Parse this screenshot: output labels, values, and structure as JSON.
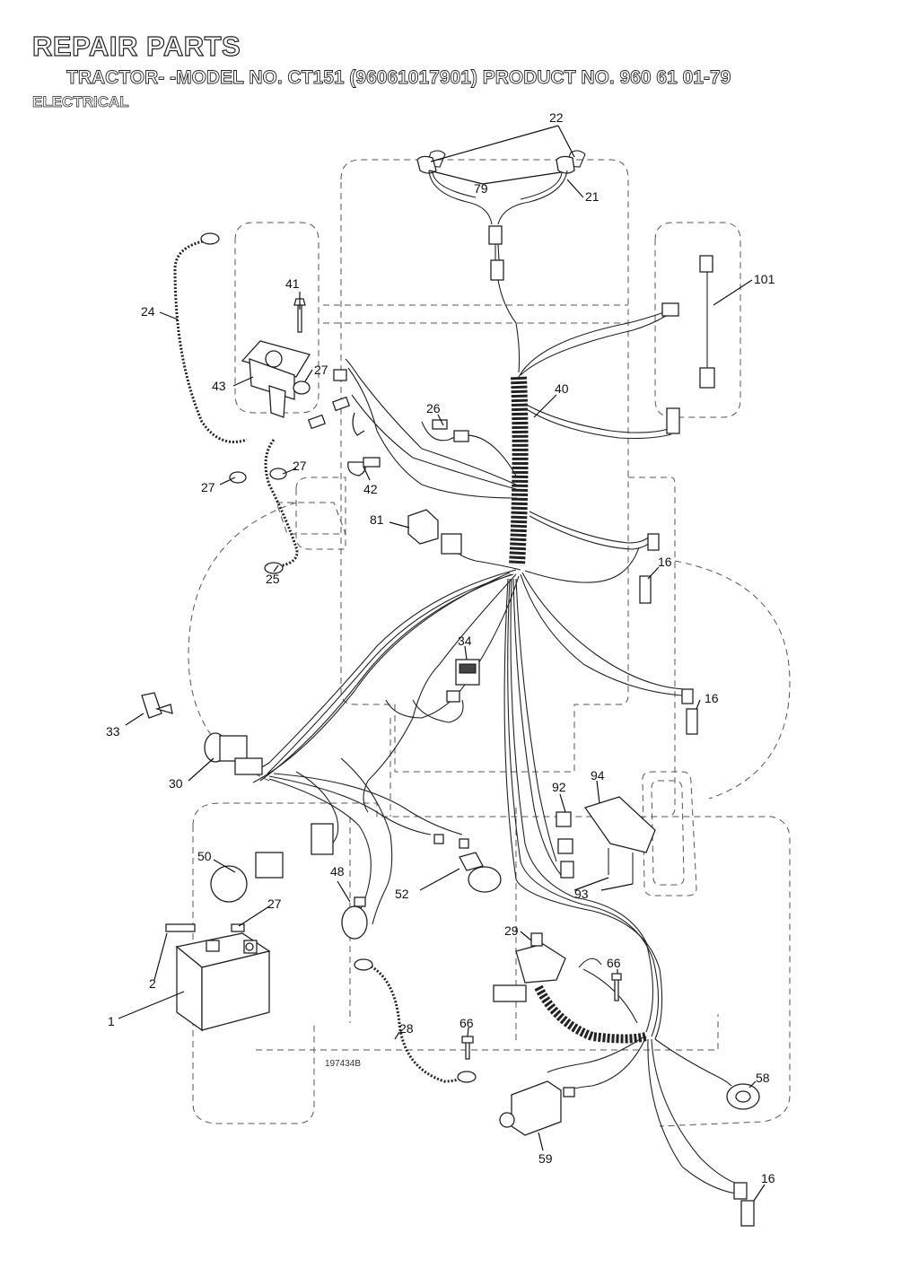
{
  "header": {
    "title": "REPAIR PARTS",
    "subtitle": "TRACTOR- -MODEL NO. CT151 (96061017901) PRODUCT NO. 960 61 01-79",
    "section": "ELECTRICAL"
  },
  "drawing_number": "197434B",
  "callouts": [
    {
      "id": "22",
      "label": "22"
    },
    {
      "id": "79",
      "label": "79"
    },
    {
      "id": "21",
      "label": "21"
    },
    {
      "id": "101",
      "label": "101"
    },
    {
      "id": "41",
      "label": "41"
    },
    {
      "id": "24",
      "label": "24"
    },
    {
      "id": "43",
      "label": "43"
    },
    {
      "id": "27a",
      "label": "27"
    },
    {
      "id": "27b",
      "label": "27"
    },
    {
      "id": "27c",
      "label": "27"
    },
    {
      "id": "27d",
      "label": "27"
    },
    {
      "id": "40",
      "label": "40"
    },
    {
      "id": "26",
      "label": "26"
    },
    {
      "id": "42",
      "label": "42"
    },
    {
      "id": "81",
      "label": "81"
    },
    {
      "id": "16a",
      "label": "16"
    },
    {
      "id": "16b",
      "label": "16"
    },
    {
      "id": "16c",
      "label": "16"
    },
    {
      "id": "25",
      "label": "25"
    },
    {
      "id": "34",
      "label": "34"
    },
    {
      "id": "33",
      "label": "33"
    },
    {
      "id": "30",
      "label": "30"
    },
    {
      "id": "92",
      "label": "92"
    },
    {
      "id": "94",
      "label": "94"
    },
    {
      "id": "93",
      "label": "93"
    },
    {
      "id": "50",
      "label": "50"
    },
    {
      "id": "48",
      "label": "48"
    },
    {
      "id": "52",
      "label": "52"
    },
    {
      "id": "2",
      "label": "2"
    },
    {
      "id": "1",
      "label": "1"
    },
    {
      "id": "29",
      "label": "29"
    },
    {
      "id": "66a",
      "label": "66"
    },
    {
      "id": "66b",
      "label": "66"
    },
    {
      "id": "28",
      "label": "28"
    },
    {
      "id": "58",
      "label": "58"
    },
    {
      "id": "59",
      "label": "59"
    }
  ]
}
